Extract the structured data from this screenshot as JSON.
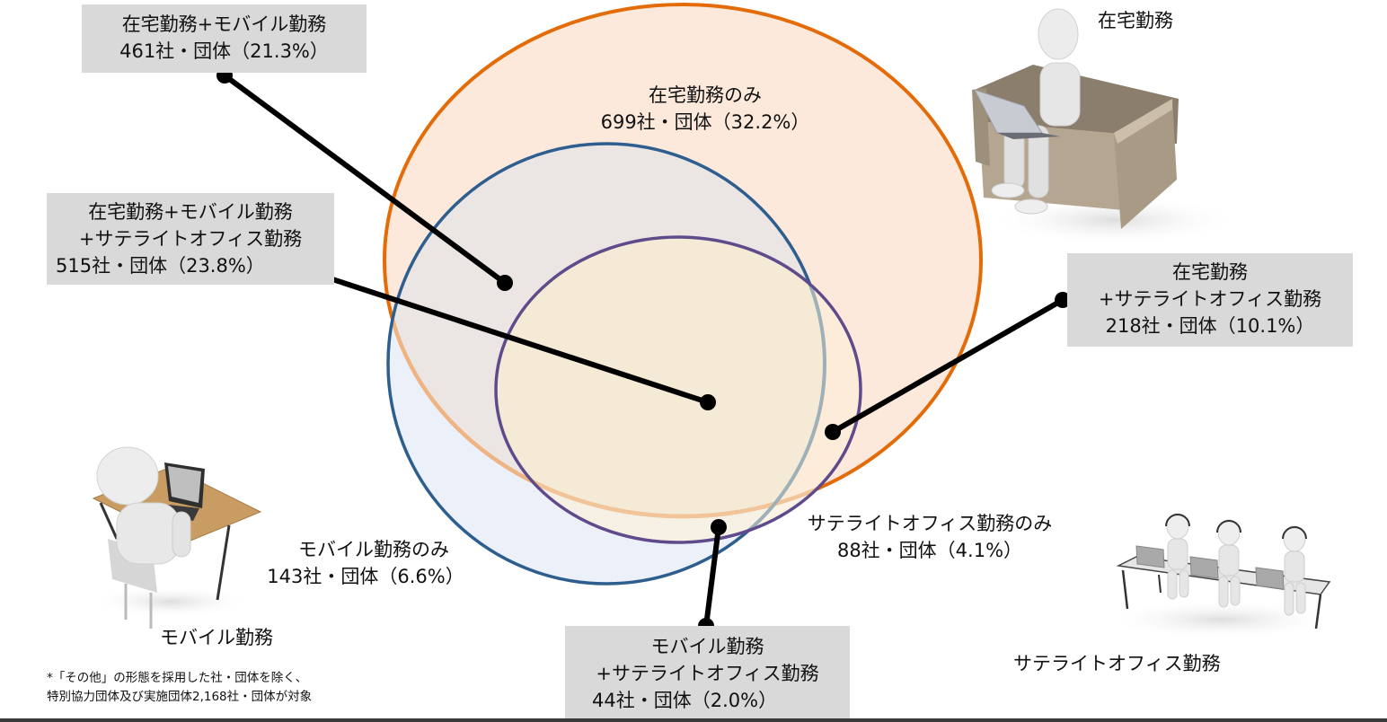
{
  "colors": {
    "home_stroke": "#e36c09",
    "home_fill": "#fde9d9",
    "mobile_stroke": "#2e5e8e",
    "mobile_fill": "#eaf0f8",
    "satellite_stroke": "#5f4b8b",
    "satellite_fill": "#f4ead5",
    "box_fill": "#d9d9d9",
    "leader": "#000000"
  },
  "categories": {
    "home": "在宅勤務",
    "mobile": "モバイル勤務",
    "satellite": "サテライトオフィス勤務"
  },
  "regions": {
    "home_mobile": {
      "line1": "在宅勤務+モバイル勤務",
      "line2": "461社・団体（21.3%）"
    },
    "home_only": {
      "line1": "在宅勤務のみ",
      "line2": "699社・団体（32.2%）"
    },
    "all_three": {
      "line1": "在宅勤務+モバイル勤務",
      "line2": "+サテライトオフィス勤務",
      "line3": "515社・団体（23.8%）"
    },
    "home_satellite": {
      "line1": "在宅勤務",
      "line2": "+サテライトオフィス勤務",
      "line3": "218社・団体（10.1%）"
    },
    "mobile_only": {
      "line1": "モバイル勤務のみ",
      "line2": "143社・団体（6.6%）"
    },
    "satellite_only": {
      "line1": "サテライトオフィス勤務のみ",
      "line2": "88社・団体（4.1%）"
    },
    "mobile_satellite": {
      "line1": "モバイル勤務",
      "line2": "+サテライトオフィス勤務",
      "line3": "44社・団体（2.0%）"
    }
  },
  "footnote": {
    "line1": "*「その他」の形態を採用した社・団体を除く、",
    "line2": "特別協力団体及び実施団体2,168社・団体が対象"
  },
  "chart_data": {
    "type": "venn",
    "title": "",
    "total": 2168,
    "total_label": "特別協力団体及び実施団体2,168社・団体",
    "sets": [
      "在宅勤務",
      "モバイル勤務",
      "サテライトオフィス勤務"
    ],
    "regions": [
      {
        "sets": [
          "在宅勤務"
        ],
        "label": "在宅勤務のみ",
        "count": 699,
        "percent": 32.2
      },
      {
        "sets": [
          "モバイル勤務"
        ],
        "label": "モバイル勤務のみ",
        "count": 143,
        "percent": 6.6
      },
      {
        "sets": [
          "サテライトオフィス勤務"
        ],
        "label": "サテライトオフィス勤務のみ",
        "count": 88,
        "percent": 4.1
      },
      {
        "sets": [
          "在宅勤務",
          "モバイル勤務"
        ],
        "label": "在宅勤務+モバイル勤務",
        "count": 461,
        "percent": 21.3
      },
      {
        "sets": [
          "在宅勤務",
          "サテライトオフィス勤務"
        ],
        "label": "在宅勤務+サテライトオフィス勤務",
        "count": 218,
        "percent": 10.1
      },
      {
        "sets": [
          "モバイル勤務",
          "サテライトオフィス勤務"
        ],
        "label": "モバイル勤務+サテライトオフィス勤務",
        "count": 44,
        "percent": 2.0
      },
      {
        "sets": [
          "在宅勤務",
          "モバイル勤務",
          "サテライトオフィス勤務"
        ],
        "label": "在宅勤務+モバイル勤務+サテライトオフィス勤務",
        "count": 515,
        "percent": 23.8
      }
    ],
    "annotations": [
      "*「その他」の形態を採用した社・団体を除く、",
      "特別協力団体及び実施団体2,168社・団体が対象"
    ]
  }
}
